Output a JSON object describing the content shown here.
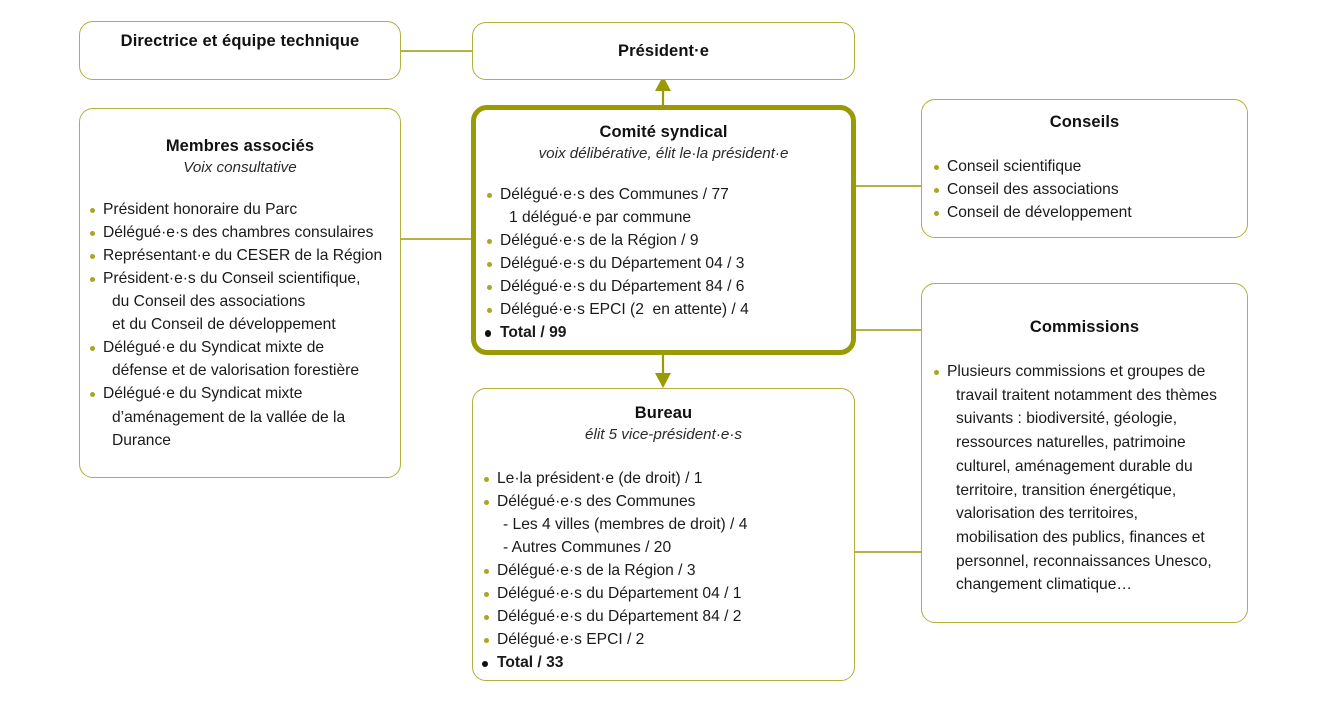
{
  "theme": {
    "border_color": "#b0b03c",
    "emphasis_border_color": "#9a9a05",
    "bullet_color": "#a7a720",
    "connector_color": "#9a9a05",
    "text_color": "#1a1a1a",
    "background": "#ffffff"
  },
  "boxes": {
    "directrice": {
      "title": "Directrice\net équipe technique"
    },
    "president": {
      "title": "Président·e"
    },
    "membres_associes": {
      "title": "Membres associés",
      "subtitle": "Voix consultative",
      "items": [
        "Président honoraire du Parc",
        "Délégué·e·s des chambres consulaires",
        "Représentant·e du CESER de la Région",
        "Président·e·s du Conseil scientifique,",
        "du Conseil des associations",
        "et du Conseil de développement",
        "Délégué·e du Syndicat mixte de",
        "défense et de valorisation forestière",
        "Délégué·e du Syndicat mixte",
        "d’aménagement de la vallée de la",
        "Durance"
      ]
    },
    "comite_syndical": {
      "title": "Comité syndical",
      "subtitle": "voix délibérative, élit le·la président·e",
      "items": [
        "Délégué·e·s des Communes / 77",
        "1 délégué·e par commune",
        "Délégué·e·s de la Région / 9",
        "Délégué·e·s du Département 04 / 3",
        "Délégué·e·s du Département 84 / 6",
        "Délégué·e·s EPCI (2  en attente) / 4",
        "Total / 99"
      ]
    },
    "bureau": {
      "title": "Bureau",
      "subtitle": "élit 5 vice-président·e·s",
      "items": [
        "Le·la président·e (de droit) / 1",
        "Délégué·e·s des Communes",
        "- Les 4 villes (membres de droit) / 4",
        "- Autres Communes / 20",
        "Délégué·e·s de la Région / 3",
        "Délégué·e·s du Département 04 / 1",
        "Délégué·e·s du Département 84 / 2",
        "Délégué·e·s EPCI / 2",
        "Total / 33"
      ]
    },
    "conseils": {
      "title": "Conseils",
      "items": [
        "Conseil scientifique",
        "Conseil des associations",
        "Conseil de développement"
      ]
    },
    "commissions": {
      "title": "Commissions",
      "items": [
        "Plusieurs commissions et groupes de",
        "travail traitent notamment des thèmes",
        "suivants : biodiversité, géologie,",
        "ressources naturelles, patrimoine",
        "culturel, aménagement durable du",
        "territoire, transition énergétique,",
        "valorisation des territoires,",
        "mobilisation des publics, finances et",
        "personnel, reconnaissances Unesco,",
        "changement climatique…"
      ]
    }
  }
}
